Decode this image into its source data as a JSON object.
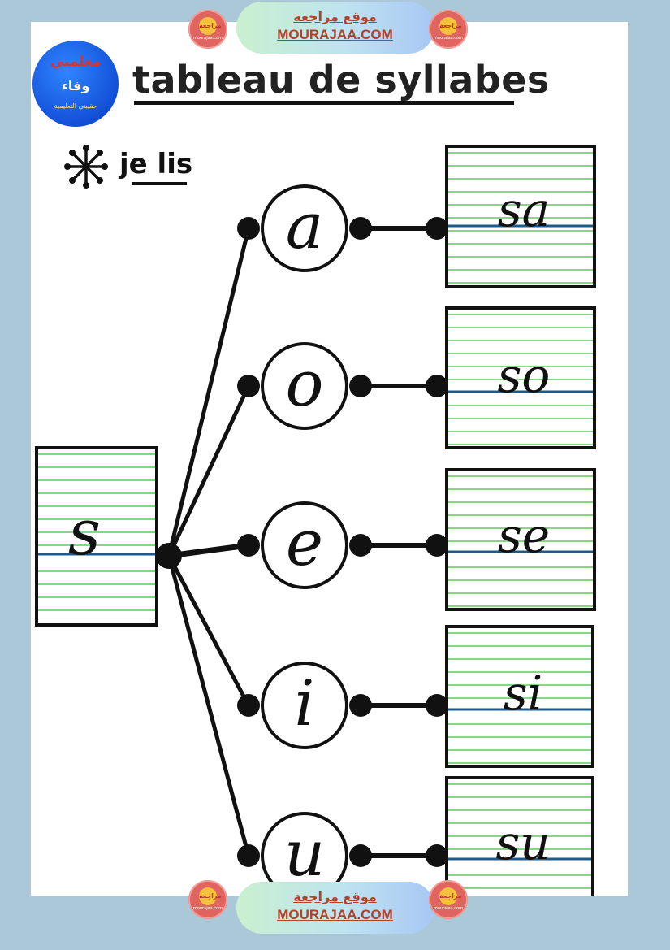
{
  "banner": {
    "arabic": "موقع مراجعة",
    "site": "MOURAJAA.COM"
  },
  "badge": {
    "glyph": "مراجعة",
    "caption": "mourajaa.com"
  },
  "logo": {
    "line1": "معلمتي",
    "line2": "وفاء",
    "line3": "حقيبتي التعليمية"
  },
  "page": {
    "title": "tableau de syllabes",
    "subtitle": "je lis",
    "subtitle_icon": "asterisk-icon"
  },
  "diagram": {
    "consonant": "s",
    "vowels": [
      "a",
      "o",
      "e",
      "i",
      "u"
    ],
    "syllables": [
      "sa",
      "so",
      "se",
      "si",
      "su"
    ],
    "colors": {
      "ruling_green": "#5fc85f",
      "baseline_blue": "#1e5b8c",
      "ink": "#111111"
    }
  }
}
